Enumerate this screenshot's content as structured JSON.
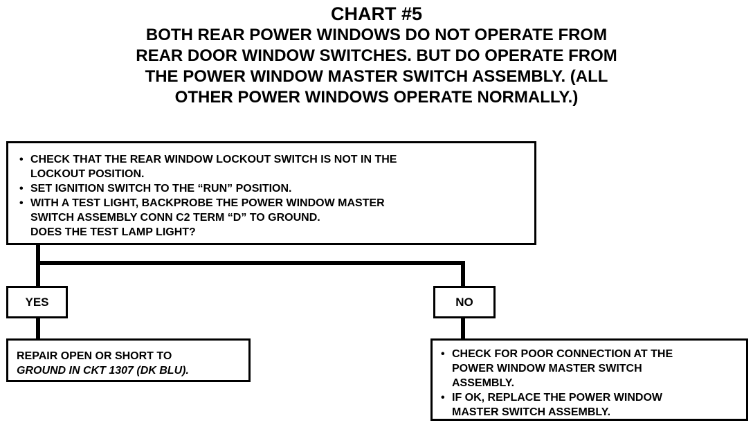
{
  "title": "CHART #5",
  "subtitle_lines": [
    "BOTH REAR POWER WINDOWS DO NOT OPERATE FROM",
    "REAR DOOR WINDOW SWITCHES. BUT DO OPERATE FROM",
    "THE POWER WINDOW MASTER SWITCH ASSEMBLY. (ALL",
    "OTHER POWER WINDOWS OPERATE NORMALLY.)"
  ],
  "main_box": {
    "bullet1": [
      "CHECK THAT THE REAR WINDOW LOCKOUT SWITCH IS NOT IN THE",
      "LOCKOUT POSITION."
    ],
    "bullet2": [
      "SET IGNITION SWITCH TO THE “RUN” POSITION."
    ],
    "bullet3": [
      "WITH A TEST LIGHT, BACKPROBE THE POWER WINDOW MASTER",
      "SWITCH ASSEMBLY CONN C2 TERM “D” TO GROUND."
    ],
    "question": "DOES THE TEST LAMP LIGHT?"
  },
  "yes_label": "YES",
  "no_label": "NO",
  "yes_result": [
    "REPAIR OPEN OR SHORT TO",
    "GROUND IN CKT 1307 (DK BLU)."
  ],
  "no_result": {
    "bullet1": [
      "CHECK FOR POOR CONNECTION AT THE",
      "POWER WINDOW MASTER SWITCH",
      "ASSEMBLY."
    ],
    "bullet2": [
      "IF OK, REPLACE THE POWER WINDOW",
      "MASTER SWITCH ASSEMBLY."
    ]
  }
}
